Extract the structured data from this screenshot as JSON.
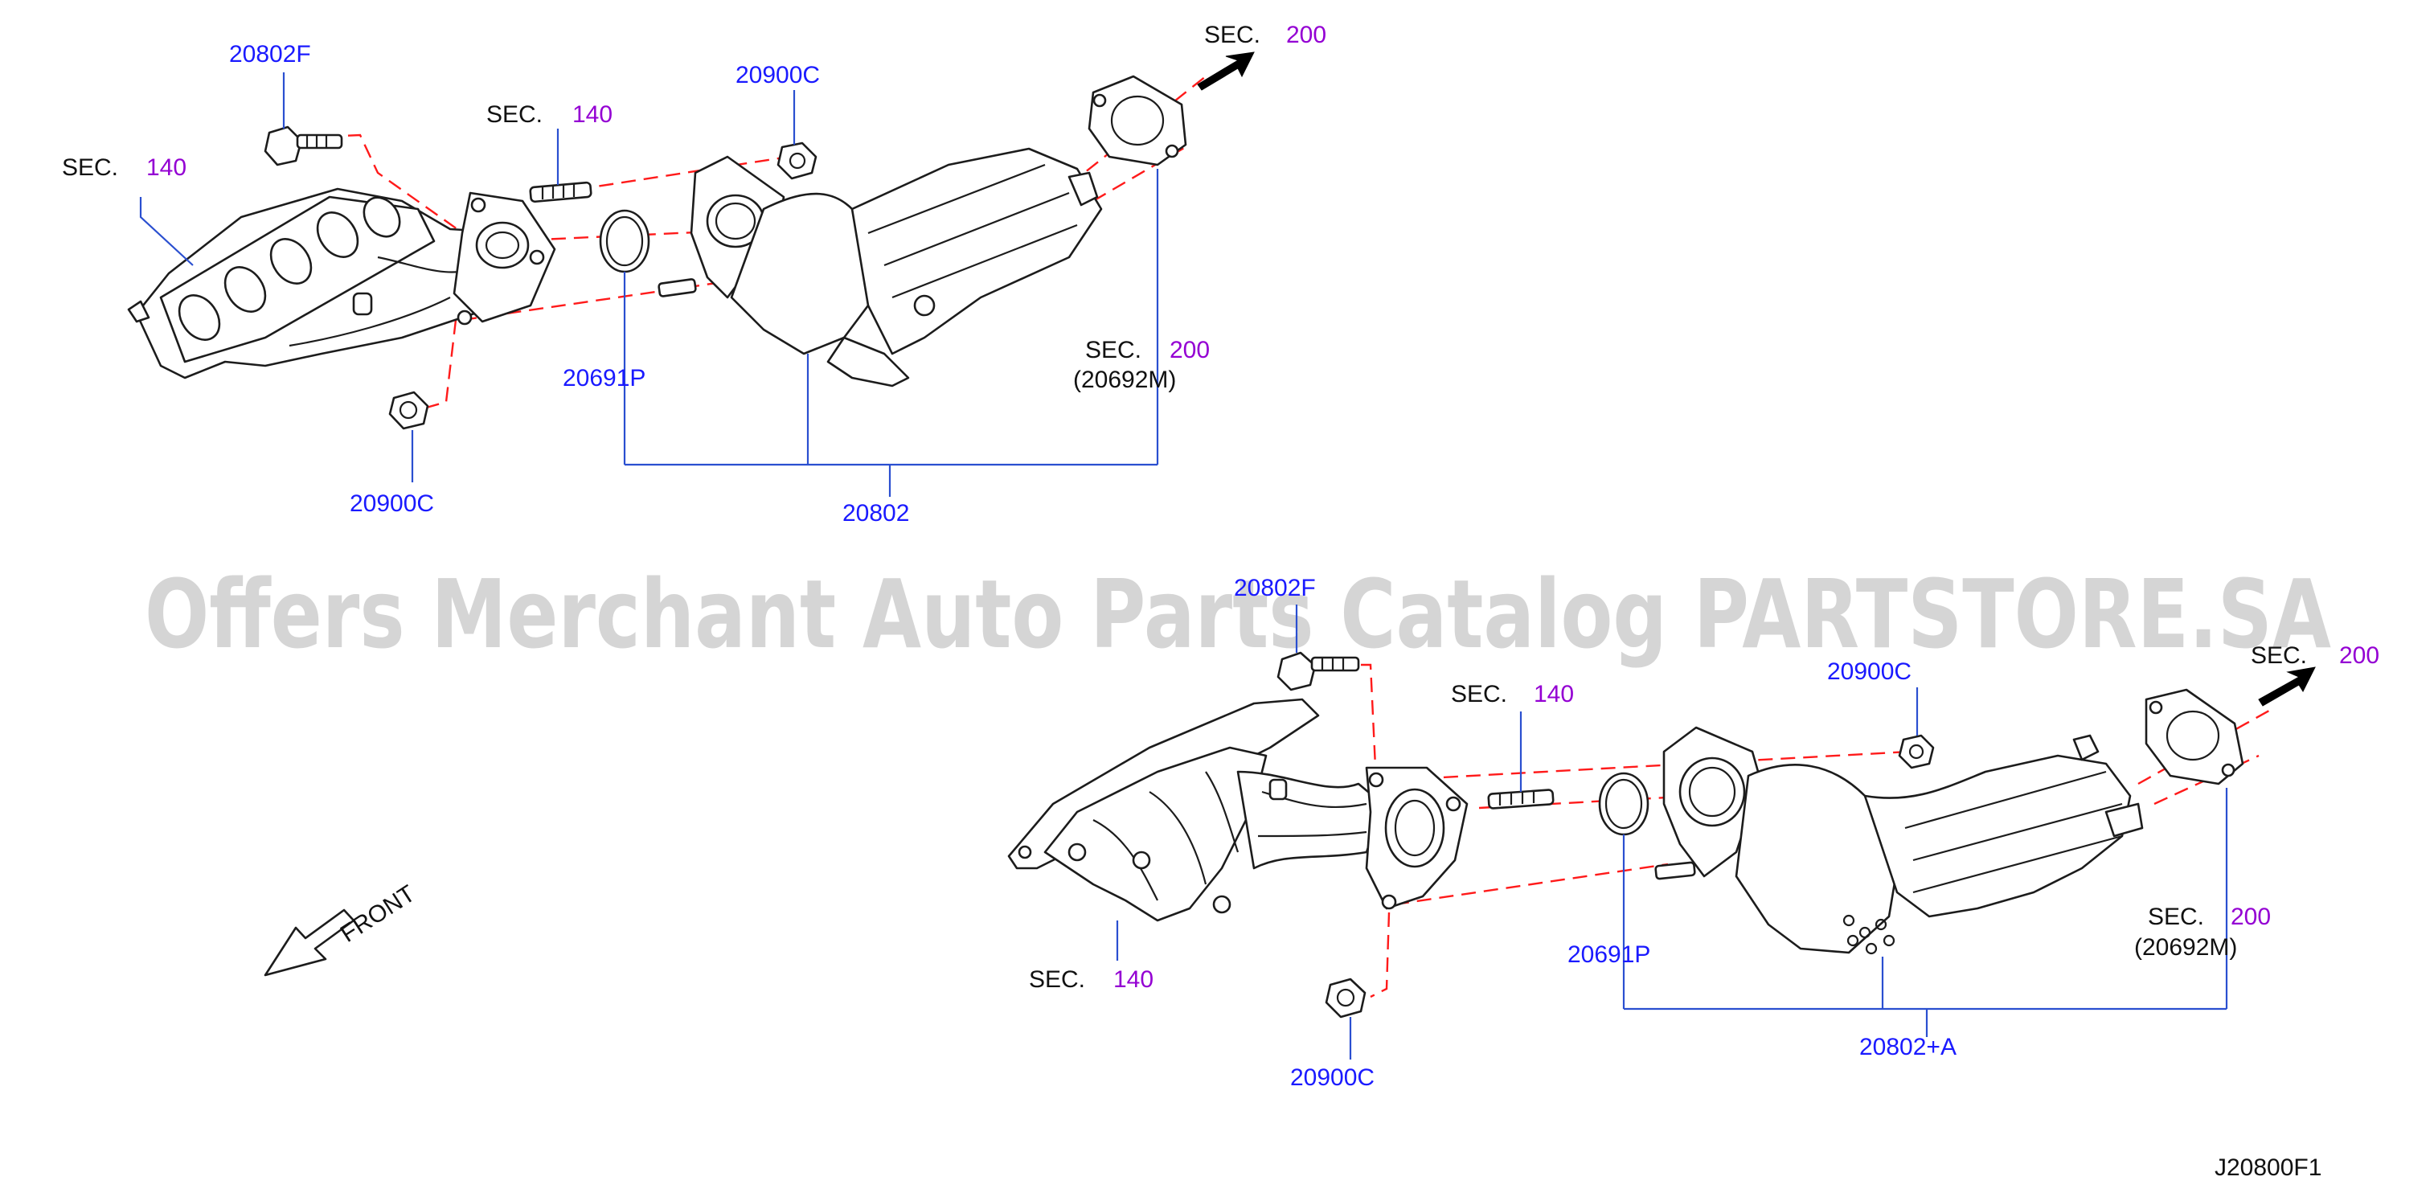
{
  "diagram": {
    "id": "J20800F1",
    "watermark": "Offers Merchant Auto Parts Catalog PARTSTORE.SA",
    "front_label": "FRONT",
    "colors": {
      "part_number": "#1a1aff",
      "section_number": "#9400d3",
      "dashed_line": "#ff1a1a",
      "leader_line": "#2a4fd0",
      "watermark": "#c7c7c7"
    },
    "top_assembly": {
      "bolt": "20802F",
      "sec_manifold": {
        "prefix": "SEC.",
        "number": "140"
      },
      "sec_stud": {
        "prefix": "SEC.",
        "number": "140"
      },
      "nut_top": "20900C",
      "nut_bottom": "20900C",
      "gasket": "20691P",
      "assembly": "20802",
      "sec_outlet_arrow": {
        "prefix": "SEC.",
        "number": "200"
      },
      "sec_outlet_gasket": {
        "prefix": "SEC.",
        "number": "200",
        "sub": "(20692M)"
      }
    },
    "bottom_assembly": {
      "bolt": "20802F",
      "sec_manifold": {
        "prefix": "SEC.",
        "number": "140"
      },
      "sec_stud": {
        "prefix": "SEC.",
        "number": "140"
      },
      "nut_top": "20900C",
      "nut_bottom": "20900C",
      "gasket": "20691P",
      "assembly": "20802+A",
      "sec_outlet_arrow": {
        "prefix": "SEC.",
        "number": "200"
      },
      "sec_outlet_gasket": {
        "prefix": "SEC.",
        "number": "200",
        "sub": "(20692M)"
      }
    }
  }
}
